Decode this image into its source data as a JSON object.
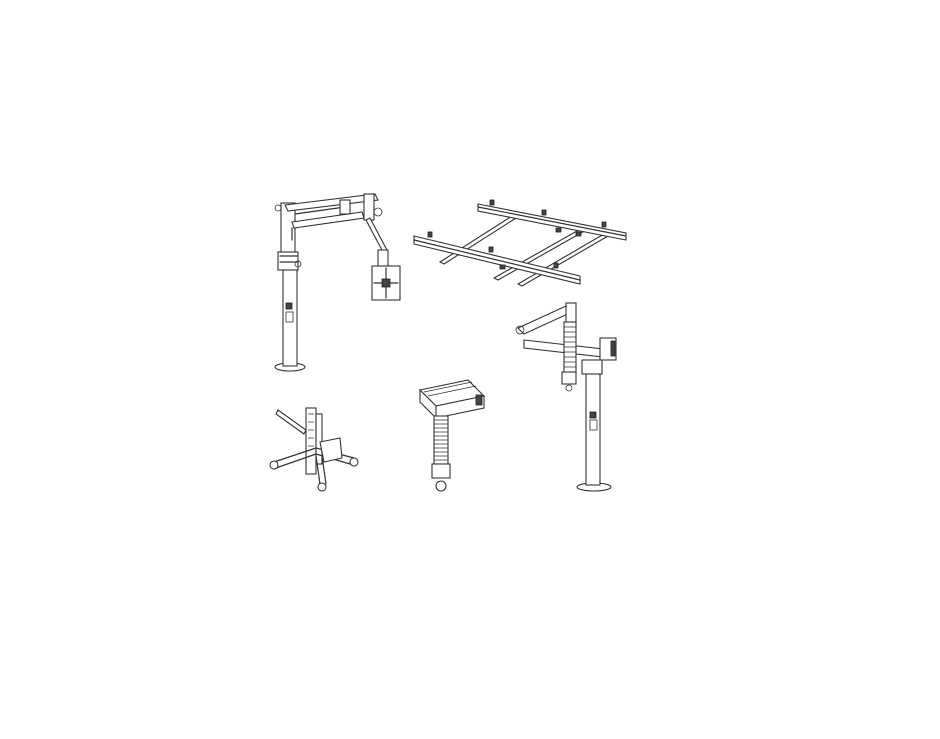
{
  "illustration": {
    "background_color": "#ffffff",
    "line_color": "#333333",
    "items": [
      {
        "id": "pillar-jib-arm-with-gripper"
      },
      {
        "id": "overhead-rail-grid"
      },
      {
        "id": "pillar-jib-arm-with-balancer"
      },
      {
        "id": "mobile-lift-cart"
      },
      {
        "id": "pneumatic-balancer-hoist"
      }
    ]
  }
}
